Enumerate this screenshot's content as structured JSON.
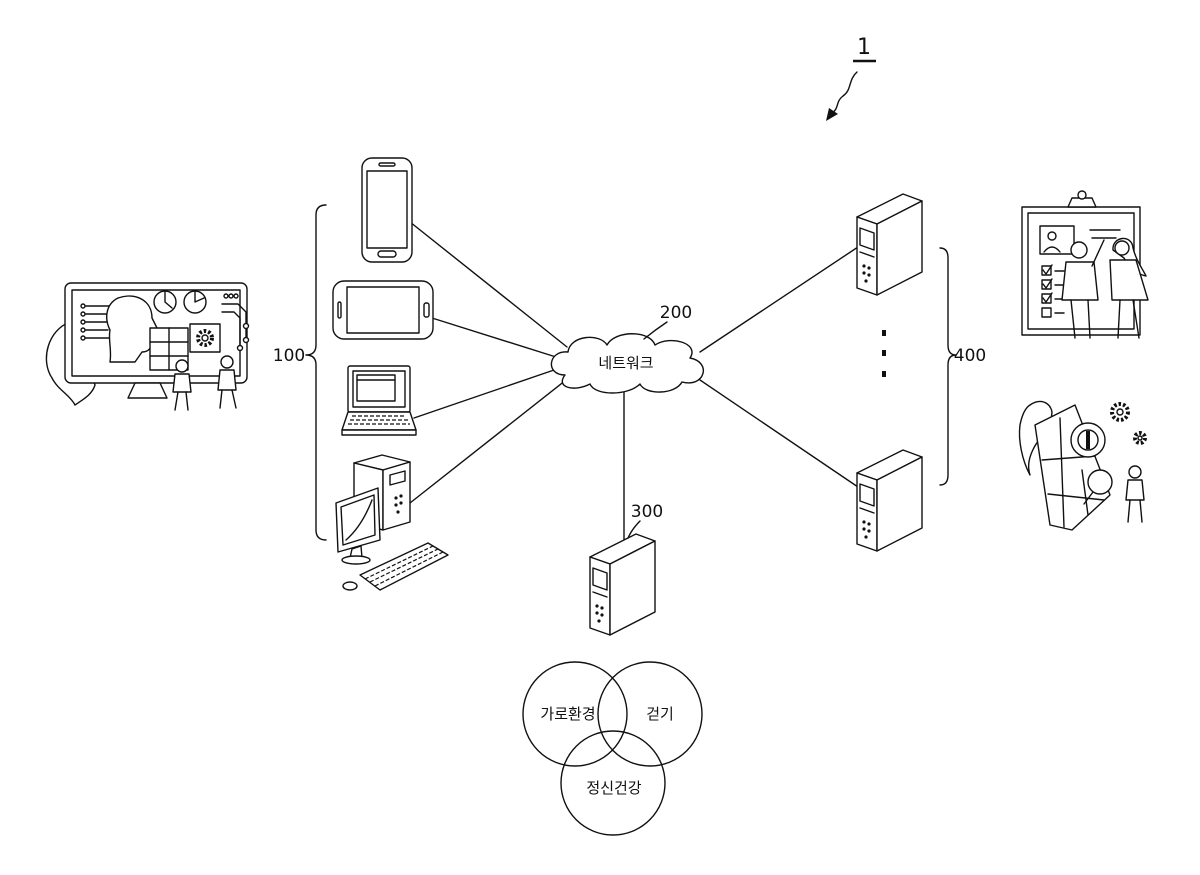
{
  "figure": {
    "label": "1"
  },
  "network": {
    "ref": "200",
    "label": "네트워크"
  },
  "terminals": {
    "ref": "100"
  },
  "servers": {
    "ref": "400"
  },
  "analysis_server": {
    "ref": "300"
  },
  "venn": {
    "items": [
      "가로환경",
      "걷기",
      "정신건강"
    ]
  },
  "colors": {
    "line": "#111111",
    "background": "#ffffff"
  }
}
